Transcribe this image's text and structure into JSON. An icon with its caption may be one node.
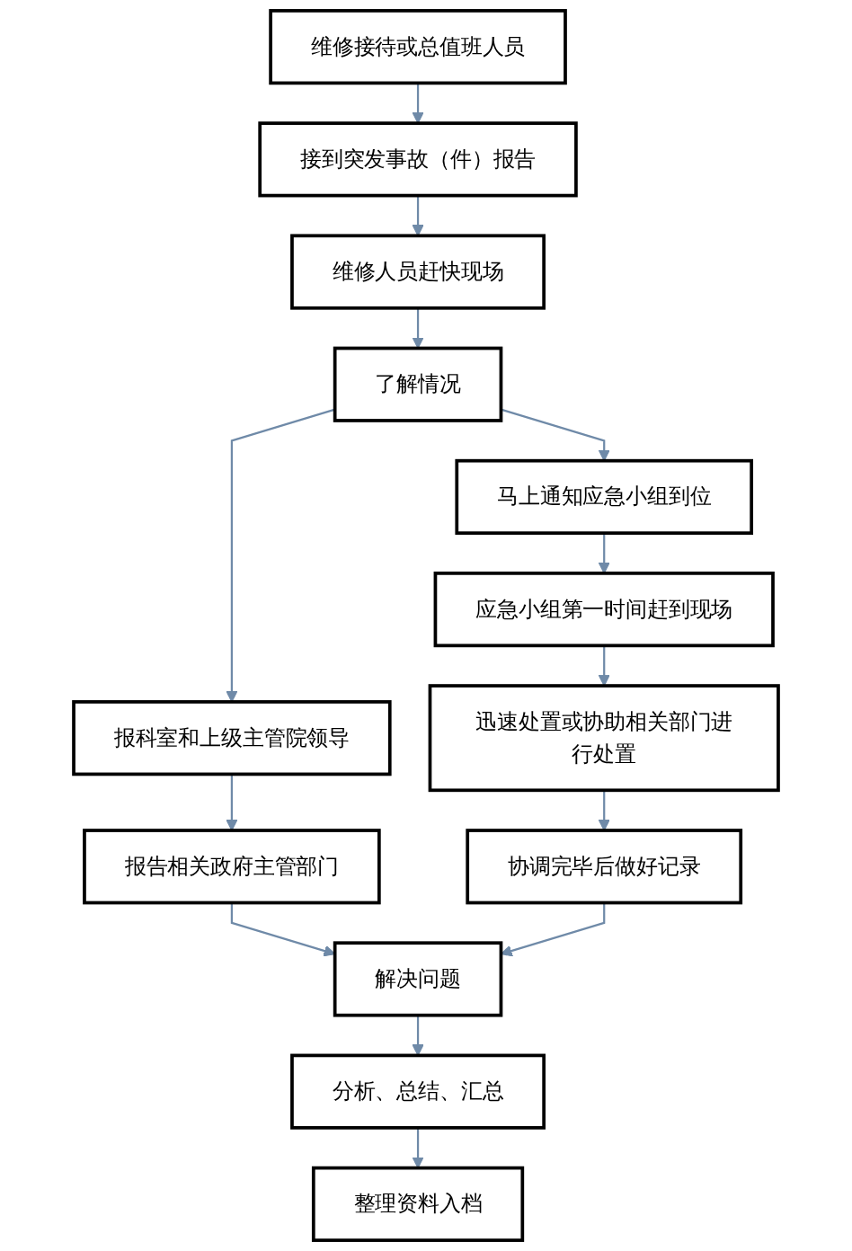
{
  "diagram": {
    "nodes": [
      {
        "text": [
          "维修接待或总值班人员"
        ]
      },
      {
        "text": [
          "接到突发事故（件）报告"
        ]
      },
      {
        "text": [
          "维修人员赶快现场"
        ]
      },
      {
        "text": [
          "了解情况"
        ]
      },
      {
        "text": [
          "报科室和上级主管院领导"
        ]
      },
      {
        "text": [
          "马上通知应急小组到位"
        ]
      },
      {
        "text": [
          "报告相关政府主管部门"
        ]
      },
      {
        "text": [
          "应急小组第一时间赶到现场"
        ]
      },
      {
        "text": [
          "迅速处置或协助相关部门进行处置"
        ]
      },
      {
        "text": [
          "协调完毕后做好记录"
        ]
      },
      {
        "text": [
          "解决问题"
        ]
      },
      {
        "text": [
          "分析、总结、汇总"
        ]
      },
      {
        "text": [
          "整理资料入档"
        ]
      }
    ],
    "edges": [
      {
        "from": 0,
        "to": 1,
        "arrow": "to"
      },
      {
        "from": 1,
        "to": 2,
        "arrow": "to"
      },
      {
        "from": 2,
        "to": 3,
        "arrow": "to"
      },
      {
        "from": 3,
        "to": 4,
        "arrow": "to"
      },
      {
        "from": 3,
        "to": 5,
        "arrow": "to"
      },
      {
        "from": 4,
        "to": 6,
        "arrow": "to"
      },
      {
        "from": 5,
        "to": 7,
        "arrow": "to"
      },
      {
        "from": 7,
        "to": 8,
        "arrow": "to"
      },
      {
        "from": 8,
        "to": 9,
        "arrow": "to"
      },
      {
        "from": 6,
        "to": 10,
        "arrow": "to"
      },
      {
        "from": 9,
        "to": 10,
        "arrow": "to"
      },
      {
        "from": 10,
        "to": 11,
        "arrow": "to"
      },
      {
        "from": 11,
        "to": 12,
        "arrow": "to"
      }
    ]
  }
}
